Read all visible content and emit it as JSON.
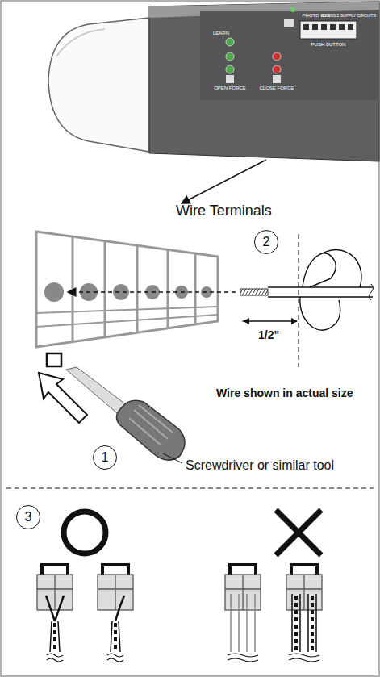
{
  "diagram": {
    "nodes": [
      {
        "text": [
          "2"
        ]
      },
      {
        "text": [
          "1"
        ]
      },
      {
        "text": [
          "3"
        ]
      }
    ],
    "labels": [
      "PHOTO EYE",
      "CLASS 2 SUPPLY CIRCUITS",
      "PUSH BUTTON",
      "LEARN",
      "OPEN FORCE",
      "CLOSE FORCE",
      "Wire Terminals",
      "1/2\"",
      "Wire shown in actual size",
      "Screwdriver or similar tool"
    ]
  }
}
